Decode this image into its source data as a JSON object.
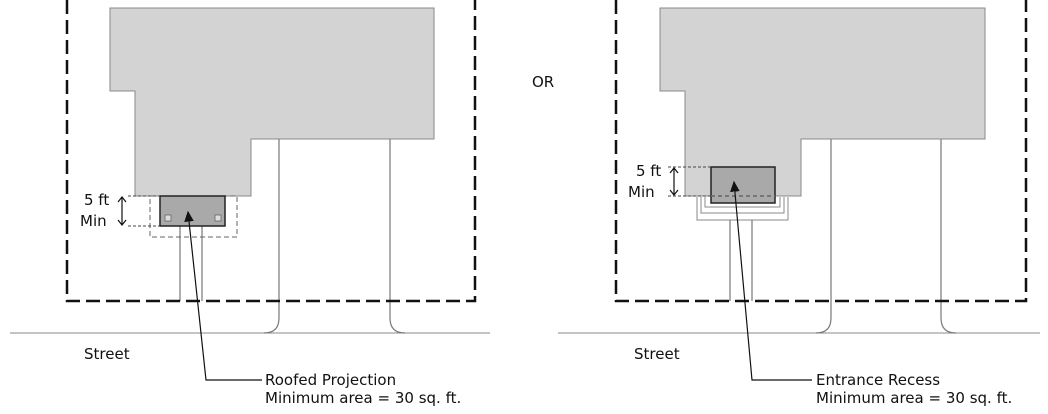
{
  "separator": "OR",
  "left": {
    "street_label": "Street",
    "dimension_value": "5 ft",
    "dimension_qualifier": "Min",
    "callout_title": "Roofed Projection",
    "callout_detail": "Minimum area = 30 sq. ft."
  },
  "right": {
    "street_label": "Street",
    "dimension_value": "5 ft",
    "dimension_qualifier": "Min",
    "callout_title": "Entrance Recess",
    "callout_detail": "Minimum area = 30 sq. ft."
  },
  "colors": {
    "building": "#d3d3d3",
    "feature": "#a9a9a9",
    "line": "#111111"
  }
}
